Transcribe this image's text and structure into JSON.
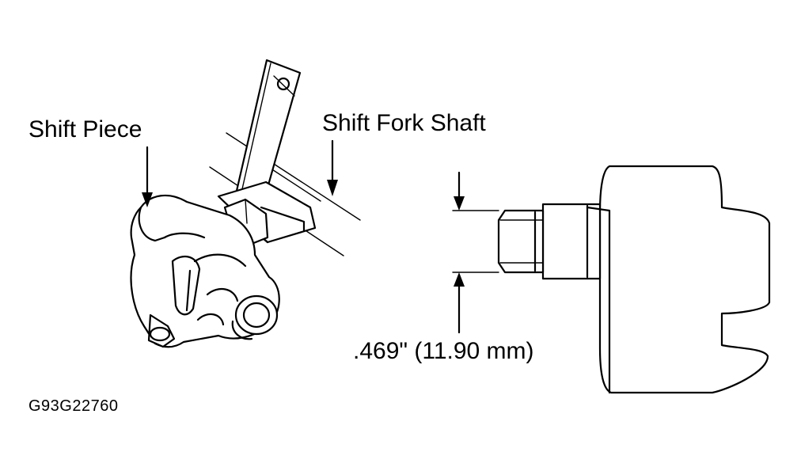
{
  "labels": {
    "shift_piece": "Shift Piece",
    "shift_fork_shaft": "Shift Fork Shaft",
    "measurement": ".469\" (11.90 mm)",
    "figure_id": "G93G22760"
  },
  "colors": {
    "ink": "#000000",
    "paper": "#ffffff"
  }
}
